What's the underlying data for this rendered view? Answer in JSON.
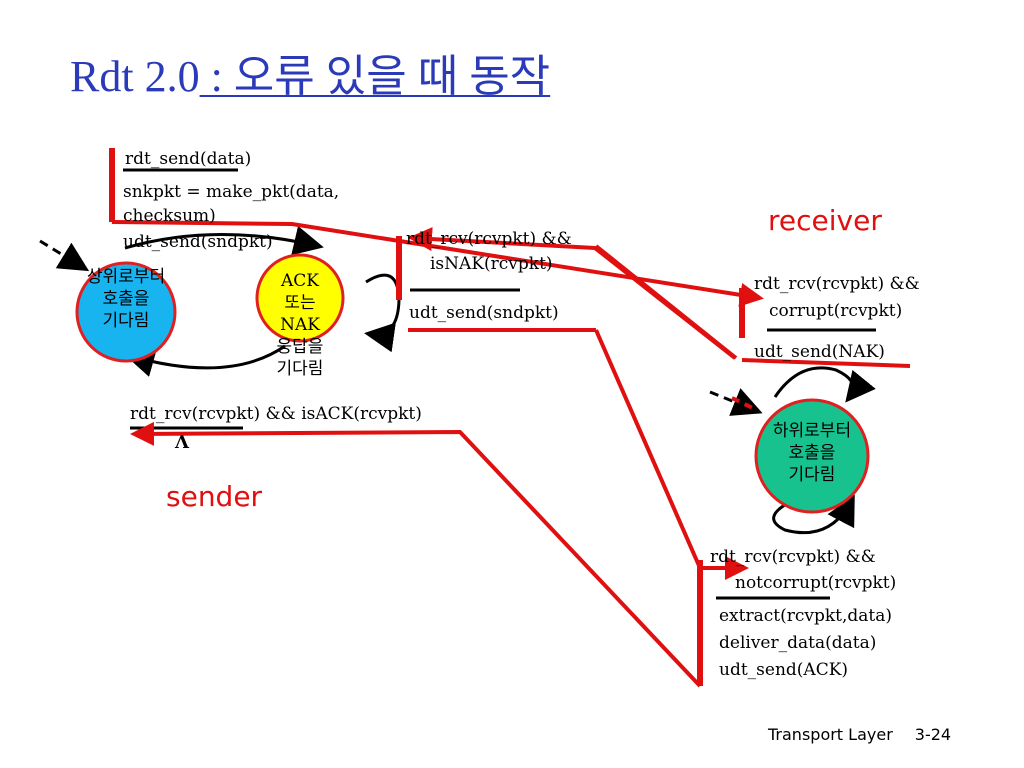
{
  "title": {
    "main": "Rdt 2.0",
    "sub": " : 오류 있을 때 동작"
  },
  "sender": {
    "role_label": "sender",
    "state_wait_call": "상위로부터\n호출을\n기다림",
    "state_wait_ack": "ACK\n또는\nNAK\n응답을\n기다림",
    "t1_event": "rdt_send(data)",
    "t1_action_line1": "snkpkt = make_pkt(data,",
    "t1_action_line2": "checksum)",
    "t1_action_line3": "udt_send(sndpkt)",
    "t2_event_line1": "rdt_rcv(rcvpkt) &&",
    "t2_event_line2": "isNAK(rcvpkt)",
    "t2_action": "udt_send(sndpkt)",
    "t3_event": "rdt_rcv(rcvpkt) && isACK(rcvpkt)",
    "t3_action": "Λ"
  },
  "receiver": {
    "role_label": "receiver",
    "state_wait_below": "하위로부터\n호출을\n기다림",
    "t1_event_line1": "rdt_rcv(rcvpkt) &&",
    "t1_event_line2": "corrupt(rcvpkt)",
    "t1_action": "udt_send(NAK)",
    "t2_event_line1": "rdt_rcv(rcvpkt) &&",
    "t2_event_line2": "notcorrupt(rcvpkt)",
    "t2_action_line1": "extract(rcvpkt,data)",
    "t2_action_line2": "deliver_data(data)",
    "t2_action_line3": "udt_send(ACK)"
  },
  "footer": {
    "section": "Transport Layer",
    "page": "3-24"
  },
  "colors": {
    "title": "#2b3ab8",
    "flow": "#e01010",
    "state_outline": "#e02020",
    "state_wait_call_fill": "#18b4f0",
    "state_wait_ack_fill": "#ffff00",
    "state_wait_below_fill": "#18c28e"
  }
}
